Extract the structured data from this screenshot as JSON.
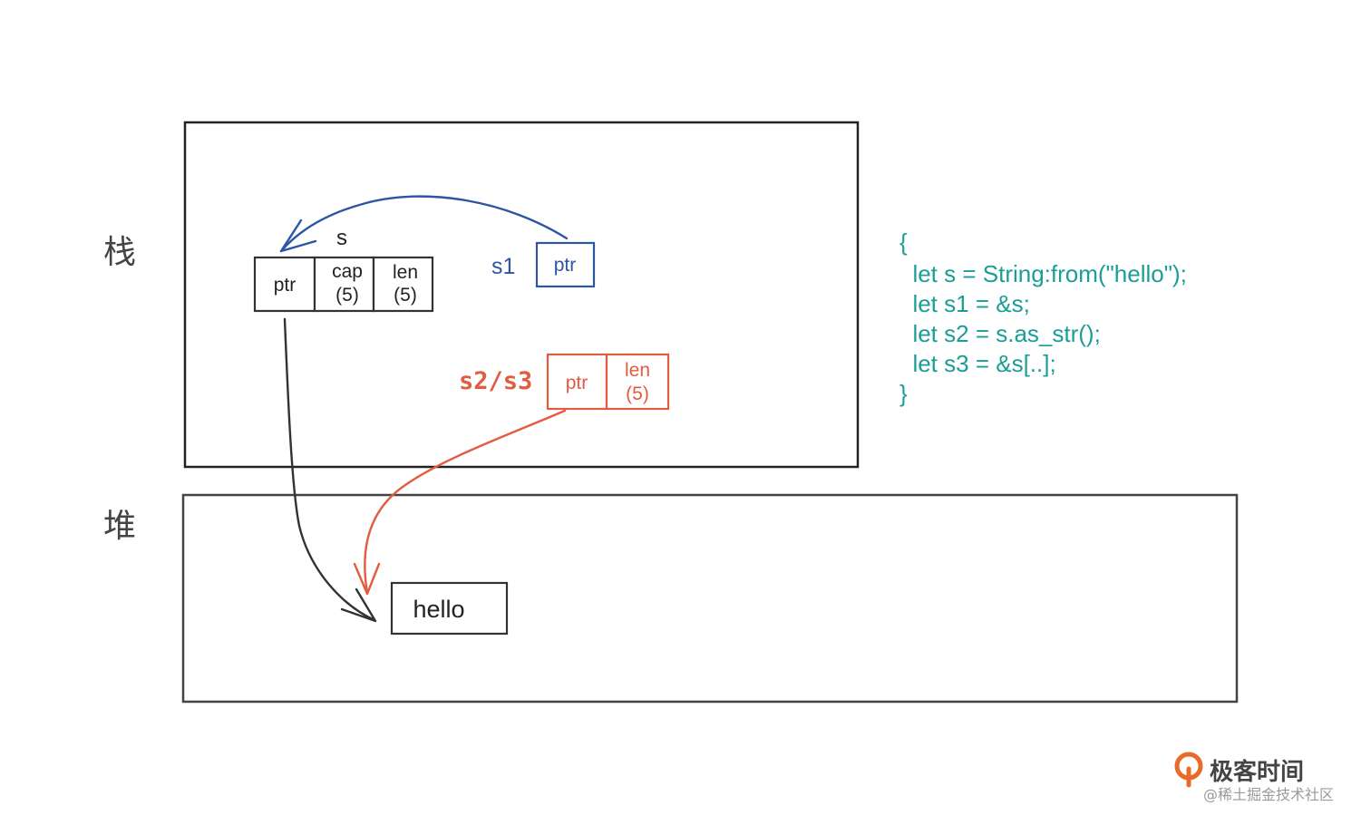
{
  "labels": {
    "stack": "栈",
    "heap": "堆"
  },
  "stack": {
    "s": {
      "name": "s",
      "cells": {
        "ptr": "ptr",
        "cap": "cap",
        "cap_value": "(5)",
        "len": "len",
        "len_value": "(5)"
      }
    },
    "s1": {
      "name": "s1",
      "cells": {
        "ptr": "ptr"
      }
    },
    "s2s3": {
      "name": "s2/s3",
      "cells": {
        "ptr": "ptr",
        "len": "len",
        "len_value": "(5)"
      }
    }
  },
  "heap": {
    "value": "hello"
  },
  "code": {
    "lines": [
      "{",
      "  let s = String:from(\"hello\");",
      "  let s1 = &s;",
      "  let s2 = s.as_str();",
      "  let s3 = &s[..];",
      "}"
    ]
  },
  "watermark": {
    "brand": "极客时间",
    "credit": "@稀土掘金技术社区"
  },
  "colors": {
    "blue": "#2c55a3",
    "red": "#e25c3f",
    "teal": "#1b9e95",
    "black": "#222222",
    "brand_orange": "#e86b2b"
  }
}
